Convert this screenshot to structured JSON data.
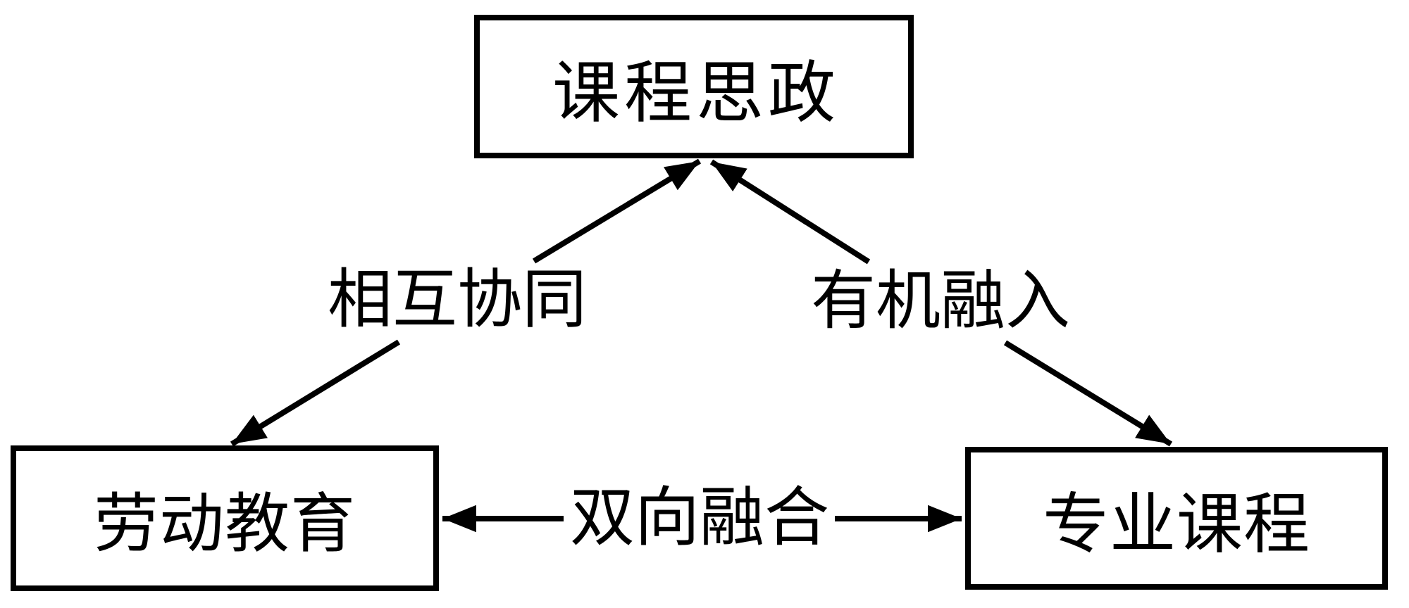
{
  "diagram": {
    "background_color": "#ffffff",
    "stroke_color": "#000000",
    "nodes": {
      "top": {
        "label": "课程思政"
      },
      "bottom_left": {
        "label": "劳动教育"
      },
      "bottom_right": {
        "label": "专业课程"
      }
    },
    "edges": {
      "left": {
        "label": "相互协同",
        "from": "bottom_left",
        "to": "top",
        "direction": "bidirectional"
      },
      "right": {
        "label": "有机融入",
        "from": "bottom_right",
        "to": "top",
        "direction": "bidirectional"
      },
      "bottom": {
        "label": "双向融合",
        "from": "bottom_left",
        "to": "bottom_right",
        "direction": "bidirectional"
      }
    }
  }
}
